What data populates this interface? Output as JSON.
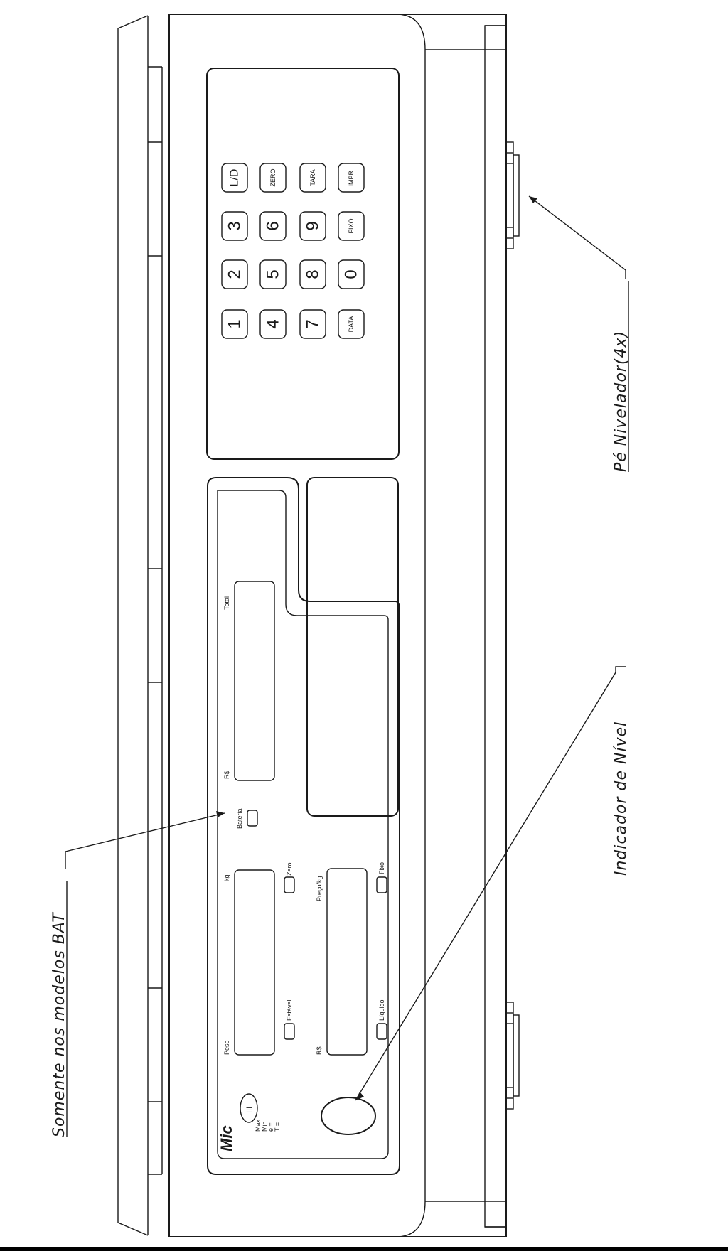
{
  "keypad": {
    "rows": [
      [
        "1",
        "2",
        "3",
        "L/D"
      ],
      [
        "4",
        "5",
        "6",
        "ZERO"
      ],
      [
        "7",
        "8",
        "9",
        "TARA"
      ],
      [
        "DATA",
        "0",
        "FIXO",
        "IMPR."
      ]
    ]
  },
  "display_labels": {
    "total": "Total",
    "rs_total": "R$",
    "kg": "kg",
    "peso": "Peso",
    "preco_kg": "Preço/kg",
    "rs_preco": "R$"
  },
  "indicators": {
    "bateria": "Bateria",
    "zero": "Zero",
    "estavel": "Estável",
    "fixo": "Fixo",
    "liquido": "Líquido"
  },
  "brand": {
    "logo": "Mic",
    "class_mark": "III",
    "max": "Max",
    "min": "Min",
    "e": "e =",
    "t": "T ="
  },
  "callouts": {
    "bat_models": "Somente nos modelos BAT",
    "level_indicator": "Indicador de Nível",
    "leveling_foot": "Pé Nivelador(4x)"
  }
}
